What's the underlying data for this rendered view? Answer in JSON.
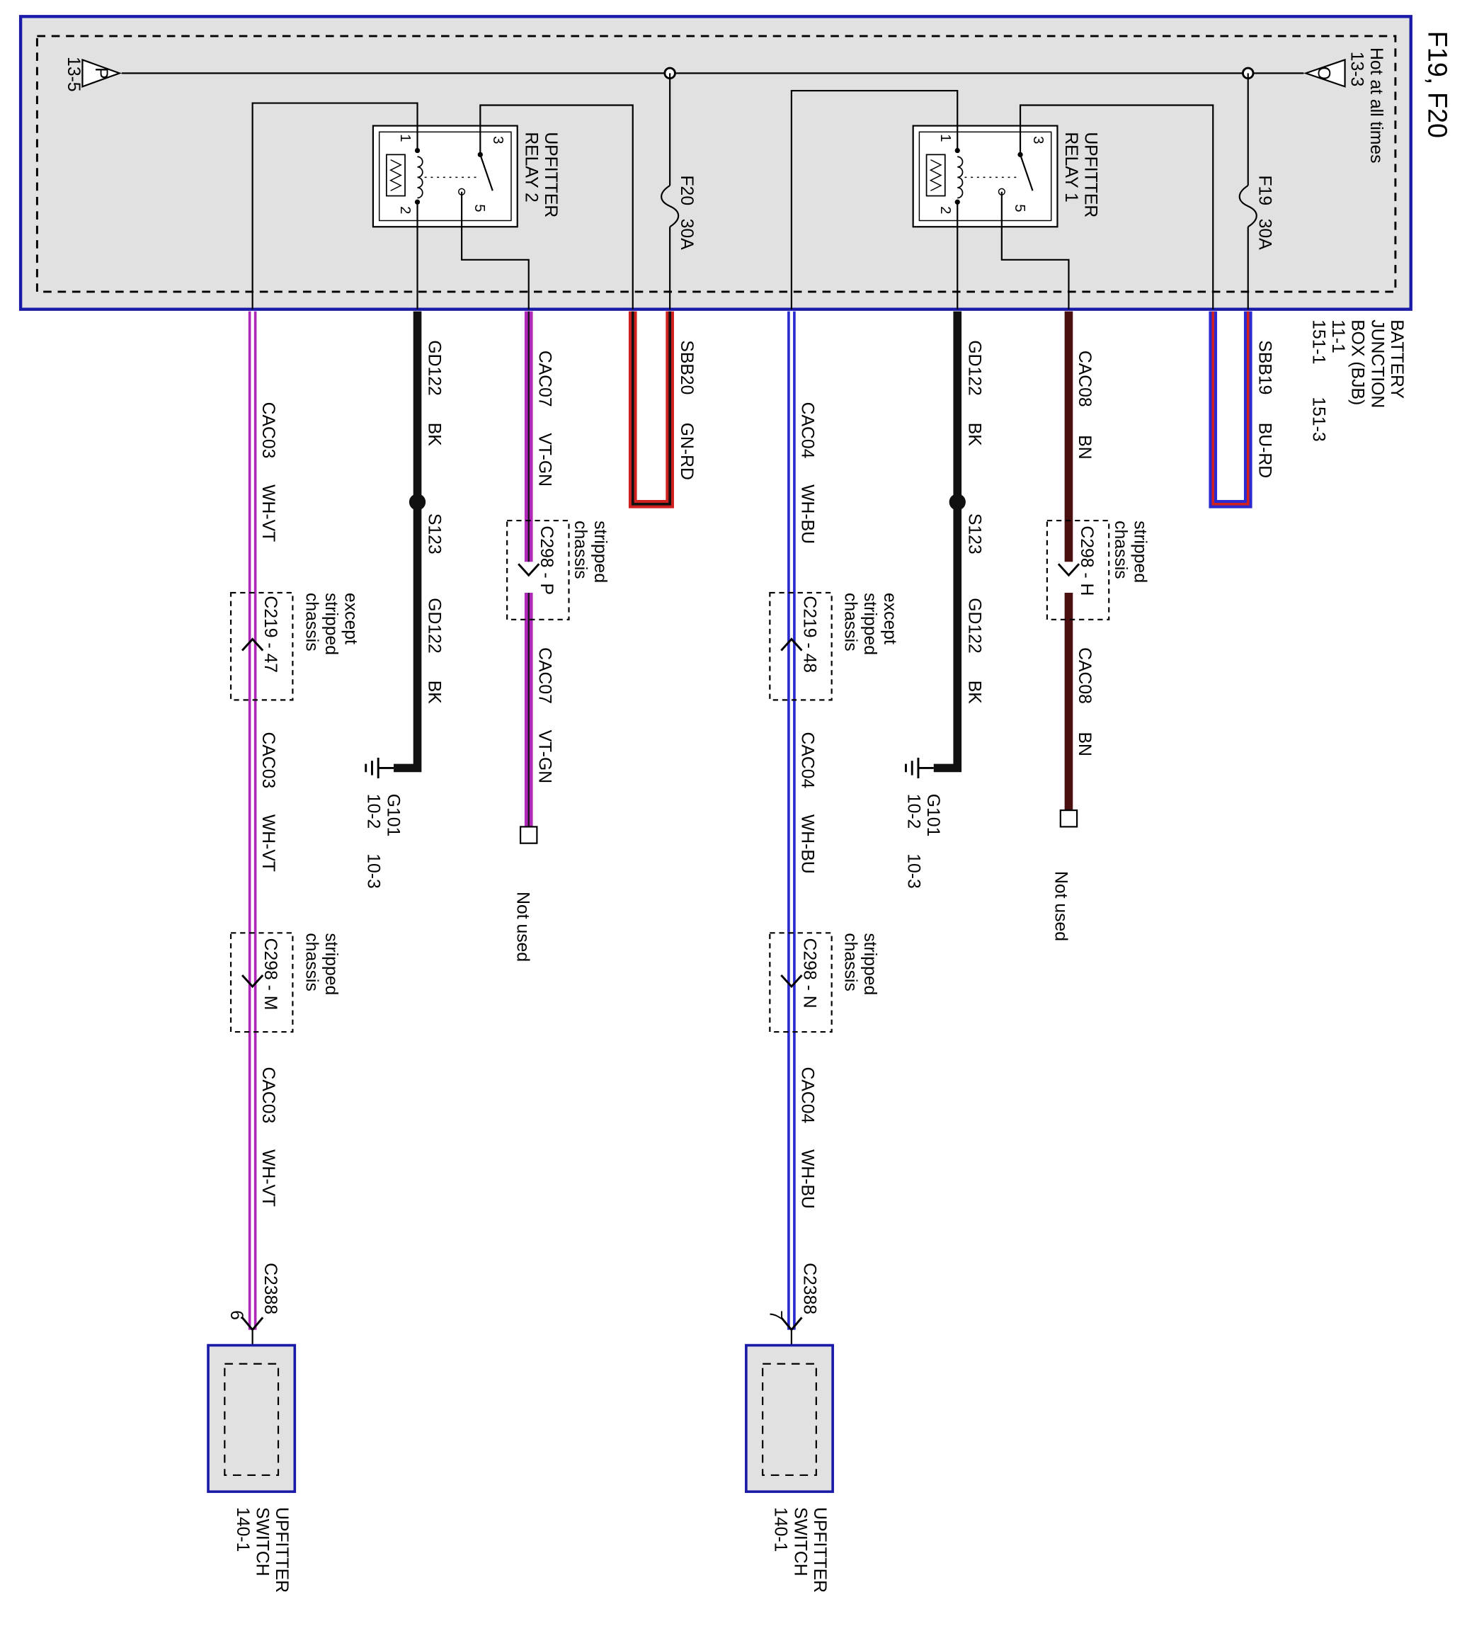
{
  "title": "F19, F20",
  "bjb": {
    "name_lines": [
      "BATTERY",
      "JUNCTION",
      "BOX (BJB)"
    ],
    "ref_line1": "11-1",
    "ref_line2": "151-1",
    "ref_line3": "151-3"
  },
  "hot_label": "Hot at all times",
  "offpage": [
    {
      "letter": "O",
      "ref": "13-3"
    },
    {
      "letter": "P",
      "ref": "13-5"
    }
  ],
  "relays": [
    {
      "line1": "UPFITTER",
      "line2": "RELAY 1",
      "pins": [
        "1",
        "2",
        "3",
        "5"
      ]
    },
    {
      "line1": "UPFITTER",
      "line2": "RELAY 2",
      "pins": [
        "1",
        "2",
        "3",
        "5"
      ]
    }
  ],
  "fuses": [
    {
      "label": "F19",
      "rating": "30A"
    },
    {
      "label": "F20",
      "rating": "30A"
    }
  ],
  "wires": {
    "sbb19": {
      "circuit": "SBB19",
      "color": "BU-RD"
    },
    "sbb20": {
      "circuit": "SBB20",
      "color": "GN-RD"
    },
    "cac08": {
      "circuit": "CAC08",
      "color": "BN"
    },
    "cac07": {
      "circuit": "CAC07",
      "color": "VT-GN"
    },
    "gd122": {
      "circuit": "GD122",
      "color": "BK"
    },
    "cac04": {
      "circuit": "CAC04",
      "color": "WH-BU"
    },
    "cac03": {
      "circuit": "CAC03",
      "color": "WH-VT"
    }
  },
  "splice": "S123",
  "ground": {
    "name": "G101",
    "ref1": "10-2",
    "ref2": "10-3"
  },
  "connectors": {
    "c298h": "C298 - H",
    "c298p": "C298 - P",
    "c298n": "C298 - N",
    "c298m": "C298 - M",
    "c219_48": "C219 - 48",
    "c219_47": "C219 - 47",
    "c2388": "C2388"
  },
  "conditions": {
    "stripped": [
      "stripped",
      "chassis"
    ],
    "except_stripped": [
      "except",
      "stripped",
      "chassis"
    ]
  },
  "not_used": "Not used",
  "switch": {
    "line1": "UPFITTER",
    "line2": "SWITCH",
    "ref": "140-1",
    "pin_right": "7",
    "pin_left": "6"
  },
  "colors": {
    "box_border": "#1a1aa8",
    "box_fill": "#e1e1e1",
    "wire_black": "#111111",
    "wire_brown": "#4a1010",
    "wire_violet": "#b028b8",
    "wire_red": "#d02020",
    "wire_blue": "#2a2ad0",
    "wire_white": "#ffffff"
  }
}
